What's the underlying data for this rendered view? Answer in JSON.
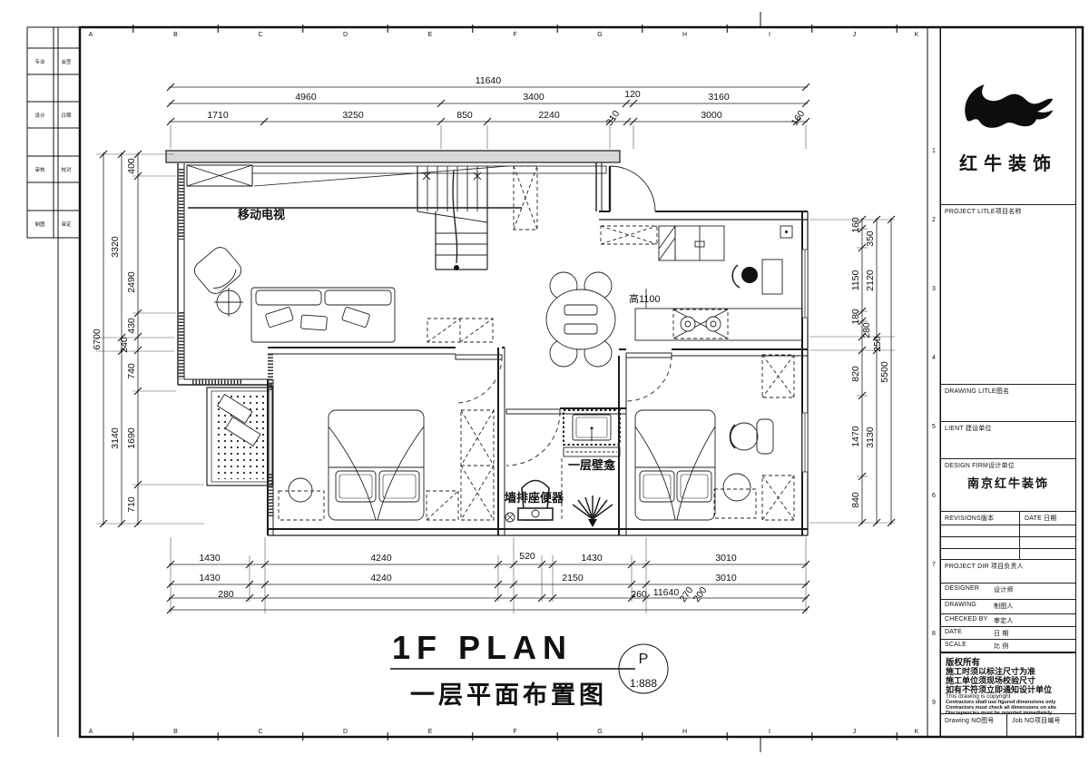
{
  "sheet": {
    "border_letters": [
      "A",
      "B",
      "C",
      "D",
      "E",
      "F",
      "G",
      "H",
      "I",
      "J",
      "K"
    ],
    "border_numbers": [
      "1",
      "2",
      "3",
      "4",
      "5",
      "6",
      "7",
      "8",
      "9"
    ],
    "sig_cells": [
      {
        "c1": "专业",
        "c2": "会签"
      },
      {
        "c1": "设计",
        "c2": "日期"
      },
      {
        "c1": "审核",
        "c2": "校对"
      },
      {
        "c1": "制图",
        "c2": "审定"
      }
    ]
  },
  "title_block": {
    "logo_text": "红牛装饰",
    "project_title_label": "PROJECT LITLE项目名称",
    "drawing_title_label": "DRAWING LITLE图名",
    "client_label": "LIENT 建设单位",
    "design_firm_label": "DESIGN FIRM设计单位",
    "design_firm_value": "南京红牛装饰",
    "revisions_label": "REVISIONS版本",
    "date_col_label": "DATE 日期",
    "project_dir_label": "PROJECT DIR 项目负责人",
    "designer_label": "DESIGNER",
    "designer_cn": "设计师",
    "drawing_by_label": "DRAWING",
    "drawing_by_cn": "制图人",
    "checked_by_label": "CHECKED BY",
    "checked_by_cn": "审定人",
    "date_label": "DATE",
    "date_cn": "日 期",
    "scale_label": "SCALE",
    "scale_cn": "比 例",
    "copyright_title": "版权所有",
    "copyright_cn1": "施工时须以标注尺寸为准",
    "copyright_cn2": "施工单位须现场校验尺寸",
    "copyright_cn3": "如有不符须立即通知设计单位",
    "copyright_en": "This drawing is copyright",
    "copyright_sm1": "Contractors shall use figured dimensions only",
    "copyright_sm2": "Contractors must check all dimensions on site",
    "copyright_sm3": "Discrepancies must be reported immediately",
    "drawing_no_label": "Drawing NO图号",
    "job_no_label": "Job NO项目编号"
  },
  "plan": {
    "title_en": "1F PLAN",
    "title_cn": "一层平面布置图",
    "marker_top": "P",
    "marker_bottom": "1:888",
    "labels": {
      "tv": "移动电视",
      "height": "高1100",
      "niche": "一层壁龛",
      "toilet": "墙排座便器"
    }
  },
  "dims": {
    "top_overall": "11640",
    "top_row2": [
      "4960",
      "3400",
      "120",
      "3160"
    ],
    "top_row3": [
      "1710",
      "3250",
      "850",
      "2240",
      "310",
      "3000",
      "160"
    ],
    "left_outer": "6700",
    "left_mid": [
      "3320",
      "3140"
    ],
    "left_inner": [
      "400",
      "2490",
      "430",
      "240",
      "740",
      "1690",
      "710"
    ],
    "right_outer": "5500",
    "right_mid": [
      "350",
      "2120",
      "280",
      "250",
      "3130"
    ],
    "right_inner": [
      "160",
      "1150",
      "180",
      "820",
      "1470",
      "840"
    ],
    "bottom_row1": [
      "1430",
      "4240",
      "520",
      "1430",
      "3010"
    ],
    "bottom_row2": [
      "1430",
      "4240",
      "2150",
      "3010"
    ],
    "bottom_row3": [
      "280",
      "270",
      "200",
      "260"
    ],
    "bottom_overall": "11640"
  }
}
